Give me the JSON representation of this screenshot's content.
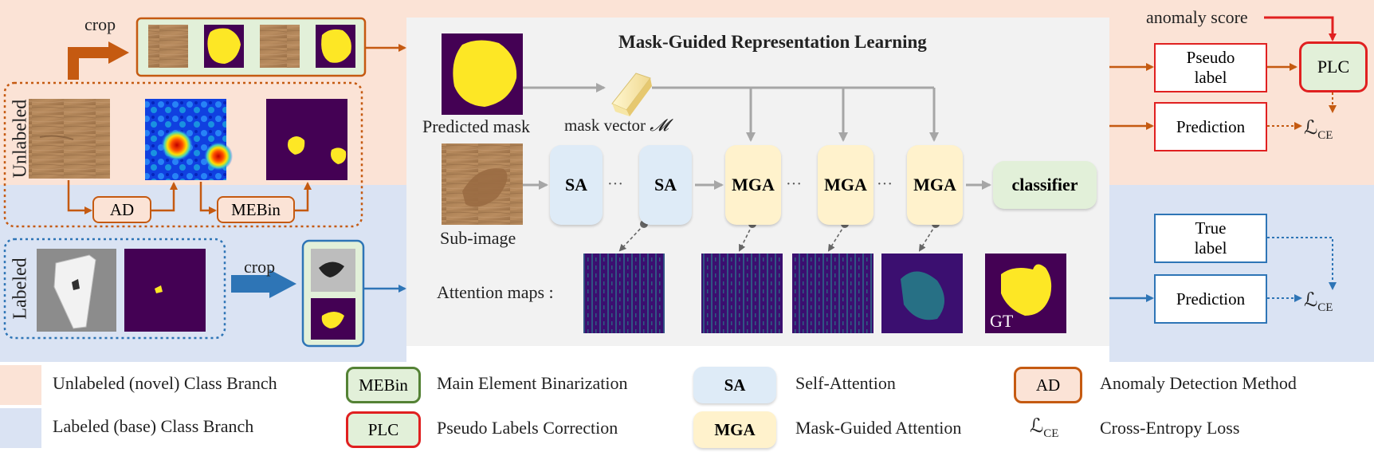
{
  "title": "Mask-Guided Representation Learning",
  "colors": {
    "unlabeled_bg": "#fbe3d6",
    "labeled_bg": "#dae3f3",
    "center_bg": "#f2f2f2",
    "orange": "#c55a11",
    "blue": "#2e75b6",
    "red": "#e02020",
    "green_border": "#548235",
    "green_fill": "#e2f0d9",
    "sa_fill": "#deebf7",
    "mga_fill": "#fff2cc",
    "gray_arrow": "#a6a6a6",
    "mask_purple": "#440154",
    "mask_yellow": "#fde725"
  },
  "left": {
    "crop_top": "crop",
    "unlabeled": "Unlabeled",
    "labeled": "Labeled",
    "ad": "AD",
    "mebin": "MEBin",
    "crop_bottom": "crop"
  },
  "center": {
    "predicted_mask": "Predicted mask",
    "mask_vector": "mask vector",
    "mask_symbol": "𝓜",
    "sub_image": "Sub-image",
    "sa": "SA",
    "mga": "MGA",
    "dots": "···",
    "classifier": "classifier",
    "attention_maps": "Attention maps :",
    "gt": "GT"
  },
  "right": {
    "anomaly_score": "anomaly score",
    "pseudo_label": "Pseudo label",
    "plc": "PLC",
    "prediction": "Prediction",
    "true_label": "True label",
    "loss_main": "ℒ",
    "loss_sub": "CE"
  },
  "legend": {
    "unlabeled_branch": "Unlabeled (novel) Class Branch",
    "labeled_branch": "Labeled (base) Class Branch",
    "mebin_key": "MEBin",
    "mebin_desc": "Main Element Binarization",
    "plc_key": "PLC",
    "plc_desc": "Pseudo Labels Correction",
    "sa_key": "SA",
    "sa_desc": "Self-Attention",
    "mga_key": "MGA",
    "mga_desc": "Mask-Guided Attention",
    "ad_key": "AD",
    "ad_desc": "Anomaly Detection Method",
    "ce_desc": "Cross-Entropy Loss"
  }
}
